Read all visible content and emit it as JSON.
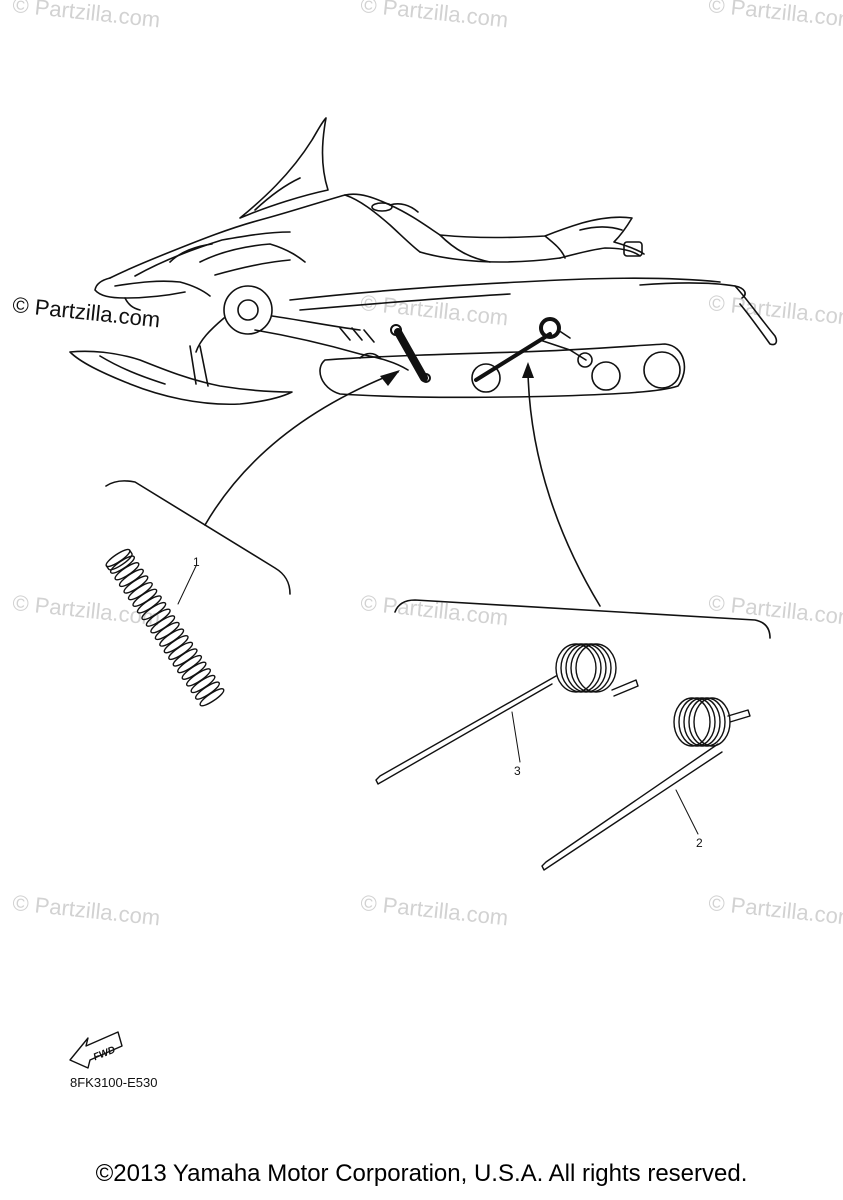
{
  "watermarks": {
    "text": "© Partzilla.com",
    "emphasized_text": "© Partzilla.com"
  },
  "callouts": {
    "part_1": "1",
    "part_2": "2",
    "part_3": "3"
  },
  "fwd_label": "FWD",
  "diagram_code": "8FK3100-E530",
  "copyright": "©2013 Yamaha Motor Corporation, U.S.A. All rights reserved."
}
